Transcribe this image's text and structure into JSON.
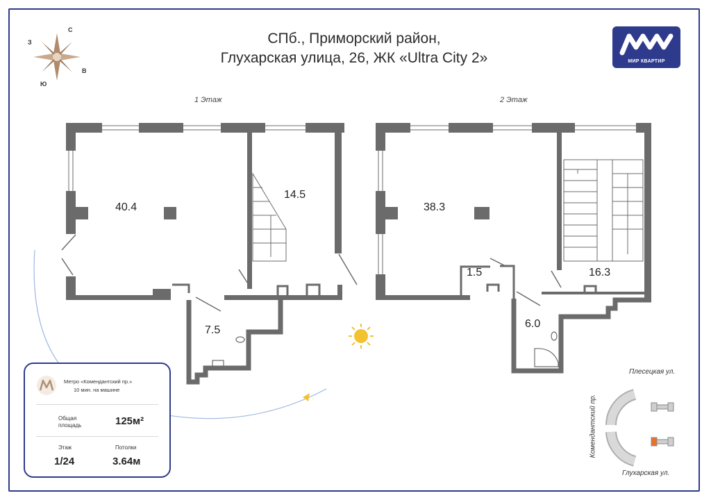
{
  "header": {
    "title_line1": "СПб., Приморский район,",
    "title_line2": "Глухарская улица, 26, ЖК «Ultra City 2»"
  },
  "logo": {
    "text": "МИР КВАРТИР",
    "color": "#2e3a8c"
  },
  "compass": {
    "north": "С",
    "west": "З",
    "east": "В",
    "south": "Ю"
  },
  "floors": [
    {
      "label": "1 Этаж",
      "rooms": [
        "40.4",
        "14.5",
        "7.5"
      ]
    },
    {
      "label": "2 Этаж",
      "rooms": [
        "38.3",
        "1.5",
        "16.3",
        "6.0"
      ]
    }
  ],
  "info": {
    "metro_name": "Метро «Комендантский пр.»",
    "metro_time": "10 мин. на машине",
    "area_label_1": "Общая",
    "area_label_2": "площадь",
    "area_value": "125м²",
    "floor_label": "Этаж",
    "floor_value": "1/24",
    "ceiling_label": "Потолки",
    "ceiling_value": "3.64м"
  },
  "streets": {
    "top": "Плесецкая ул.",
    "bottom": "Глухарская ул.",
    "side": "Комендантский пр."
  },
  "colors": {
    "wall": "#6b6b6b",
    "accent": "#2e3a8c",
    "sun": "#f2c230",
    "moon": "#f2c230",
    "marker": "#e8722c"
  }
}
